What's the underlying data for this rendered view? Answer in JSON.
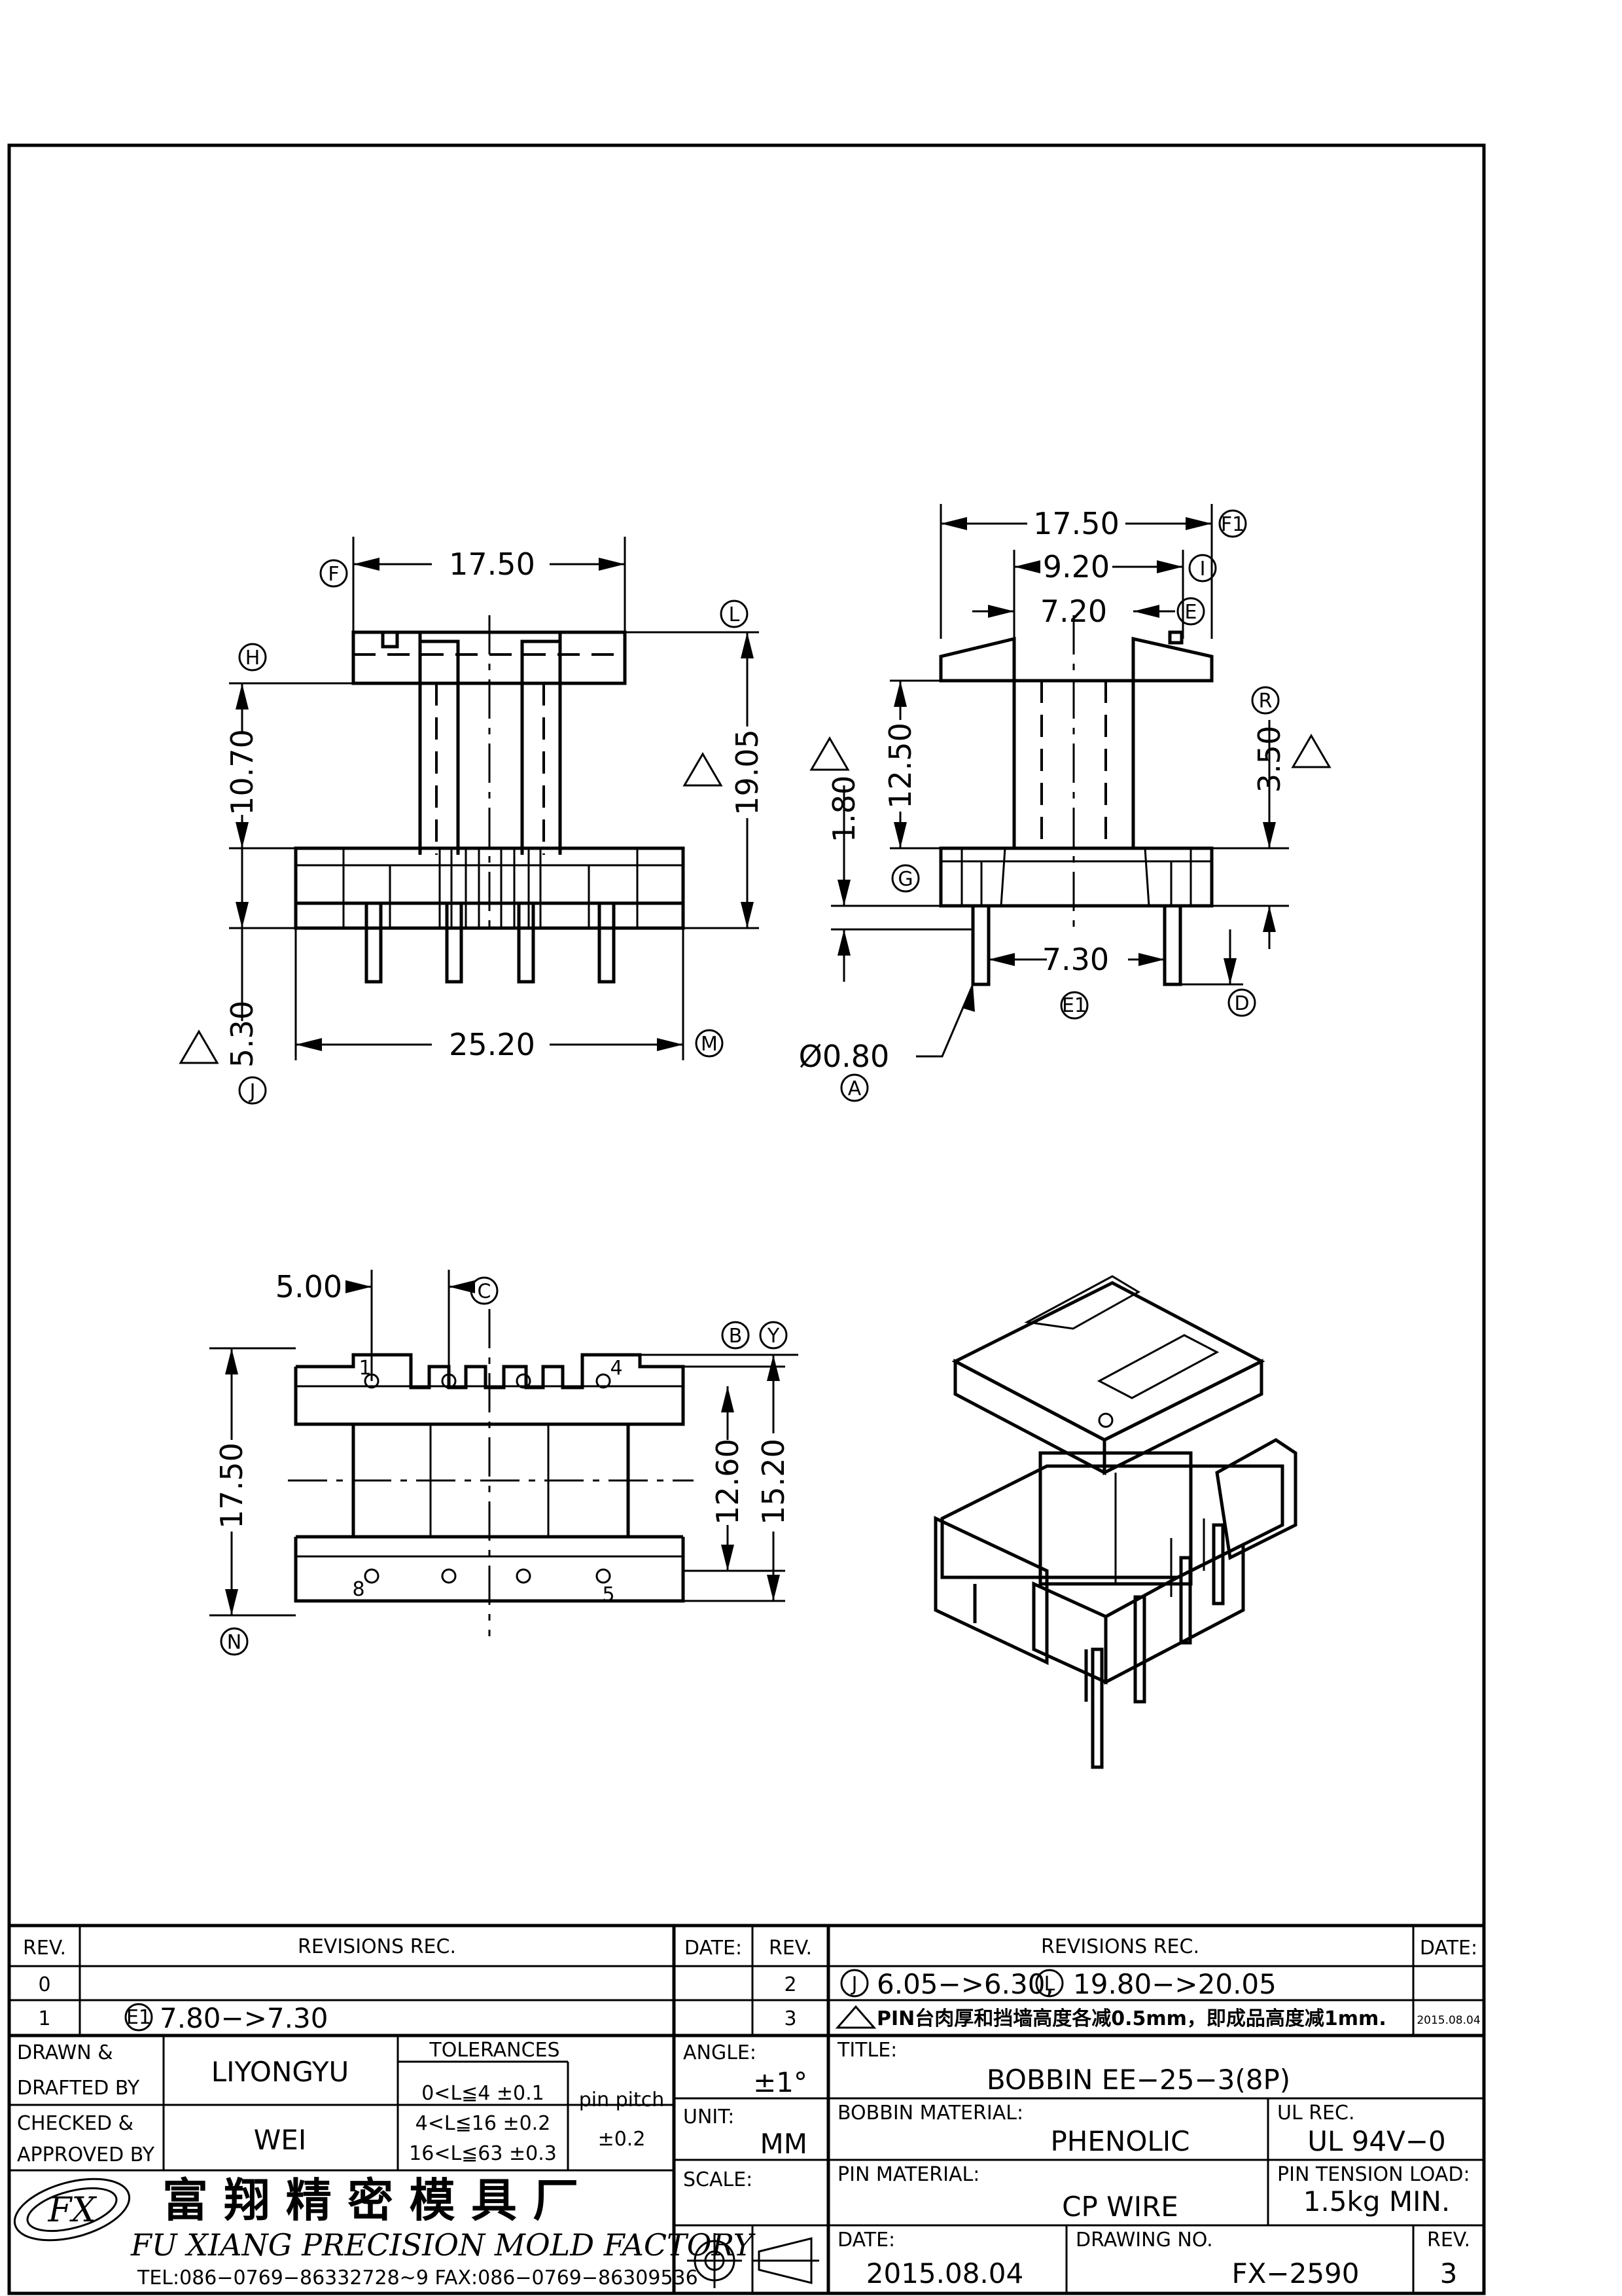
{
  "views": {
    "front": {
      "top_width": "17.50",
      "top_width_ref": "F",
      "flange_height": "10.70",
      "flange_ref": "H",
      "total_height": "19.05",
      "total_ref": "L",
      "pin_length": "5.30",
      "pin_ref": "J",
      "base_width": "25.20",
      "base_ref": "M"
    },
    "side": {
      "top_width": "17.50",
      "top_width_ref": "F1",
      "core_width": "9.20",
      "core_ref": "I",
      "inner_width": "7.20",
      "inner_ref": "E",
      "window_height": "12.50",
      "window_ref": "G",
      "base_thk": "1.80",
      "step_height": "3.50",
      "step_ref": "R",
      "pin_span": "7.30",
      "pin_span_ref": "E1",
      "pin_ref": "D",
      "pin_dia": "Ø0.80",
      "pin_dia_ref": "A"
    },
    "bottom": {
      "pitch": "5.00",
      "pitch_ref": "C",
      "outer_height": "17.50",
      "outer_ref": "N",
      "inner_height": "12.60",
      "inner_ref": "B",
      "mid_height": "15.20",
      "mid_ref": "Y",
      "pins": [
        "1",
        "4",
        "8",
        "5"
      ]
    }
  },
  "title_block": {
    "rev_header": "REV.",
    "revisions_header": "REVISIONS   REC.",
    "date_header": "DATE:",
    "rows_left": [
      {
        "rev": "0",
        "text": ""
      },
      {
        "rev": "1",
        "ref": "E1",
        "text": "7.80−>7.30"
      }
    ],
    "rows_right": [
      {
        "rev": "2",
        "ref1": "J",
        "text1": "6.05−>6.30,",
        "ref2": "L",
        "text2": "19.80−>20.05",
        "date": ""
      },
      {
        "rev": "3",
        "text": "PIN台肉厚和挡墙高度各减0.5mm，即成品高度减1mm.",
        "date": "2015.08.04"
      }
    ],
    "drawn_label": "DRAWN  &\nDRAFTED  BY",
    "drawn_line1": "DRAWN  &",
    "drawn_line2": "DRAFTED  BY",
    "drawn_value": "LIYONGYU",
    "checked_line1": "CHECKED  &",
    "checked_line2": "APPROVED  BY",
    "checked_value": "WEI",
    "tolerances_label": "TOLERANCES",
    "tol1": "0<L≦4    ±0.1",
    "tol2": "4<L≦16  ±0.2",
    "tol3": "16<L≦63  ±0.3",
    "pin_pitch_label": "pin  pitch",
    "pin_pitch_value": "±0.2",
    "angle_label": "ANGLE:",
    "angle_value": "±1°",
    "unit_label": "UNIT:",
    "unit_value": "MM",
    "scale_label": "SCALE:",
    "title_label": "TITLE:",
    "title_value": "BOBBIN  EE−25−3(8P)",
    "bobbin_material_label": "BOBBIN  MATERIAL:",
    "bobbin_material_value": "PHENOLIC",
    "ul_label": "UL  REC.",
    "ul_value": "UL  94V−0",
    "pin_material_label": "PIN  MATERIAL:",
    "pin_material_value": "CP  WIRE",
    "pin_tension_label": "PIN  TENSION  LOAD:",
    "pin_tension_value": "1.5kg  MIN.",
    "date_label": "DATE:",
    "date_value": "2015.08.04",
    "drawing_no_label": "DRAWING  NO.",
    "drawing_no_value": "FX−2590",
    "rev_label": "REV.",
    "rev_value": "3",
    "company_cn": "富 翔 精 密 模 具 厂",
    "company_en": "FU  XIANG  PRECISION  MOLD  FACTORY",
    "contact": "TEL:086−0769−86332728~9   FAX:086−0769−86309536",
    "logo_text": "FX"
  },
  "colors": {
    "line": "#000000",
    "paper": "#ffffff"
  }
}
